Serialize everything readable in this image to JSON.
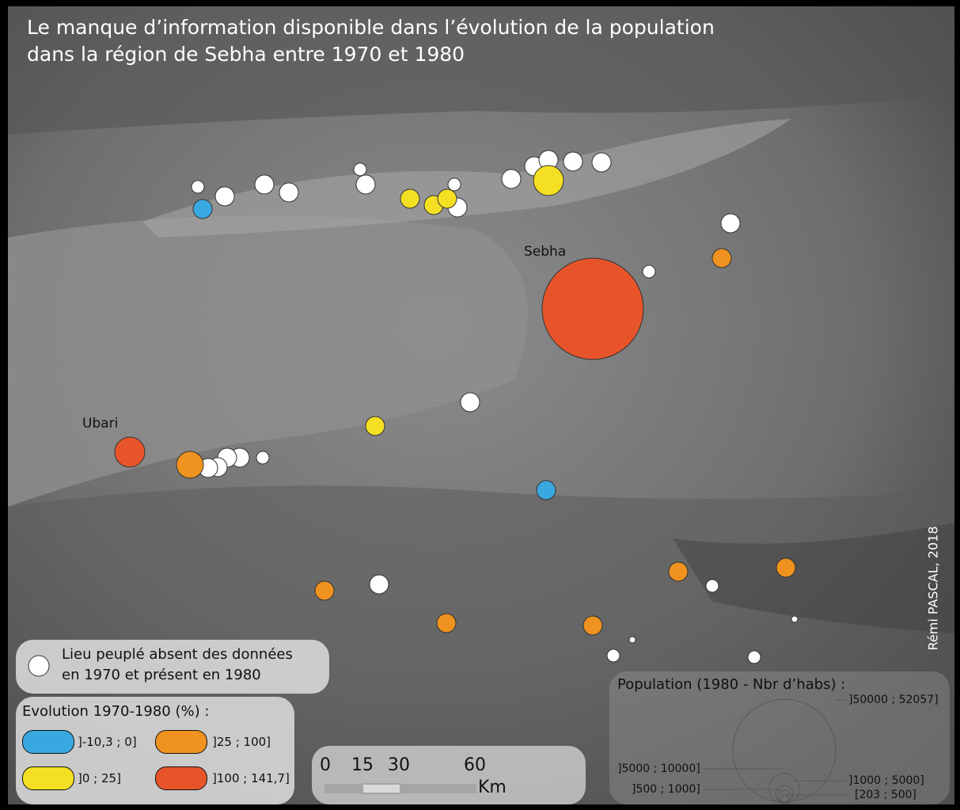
{
  "map": {
    "title_line1": "Le manque d’information disponible dans l’évolution de la population",
    "title_line2": "dans la région de Sebha entre 1970 et 1980",
    "credit": "Rémi PASCAL, 2018",
    "towns": [
      {
        "name": "Sebha"
      },
      {
        "name": "Ubari"
      }
    ],
    "colors": {
      "absent": "#ffffff",
      "class_neg": "#3aa8e0",
      "class_0_25": "#f5df22",
      "class_25_100": "#ef921f",
      "class_100_141": "#e8542a",
      "background": "#7a7a7a"
    }
  },
  "legend": {
    "absent_line1": "Lieu peuplé absent des données",
    "absent_line2": "en 1970 et présent en 1980",
    "evolution_title": "Evolution 1970-1980 (%) :",
    "classes": [
      {
        "label": "]-10,3 ; 0]",
        "color": "#3aa8e0"
      },
      {
        "label": "]25 ; 100]",
        "color": "#ef921f"
      },
      {
        "label": "]0 ; 25]",
        "color": "#f5df22"
      },
      {
        "label": "]100 ; 141,7]",
        "color": "#e8542a"
      }
    ],
    "population_title": "Population (1980 - Nbr d’habs) :",
    "population_classes": [
      "]50000 ; 52057]",
      "]5000 ; 10000]",
      "]1000 ; 5000]",
      "]500 ; 1000]",
      "[203 ; 500]"
    ]
  },
  "scale": {
    "ticks": [
      "0",
      "15",
      "30",
      "60"
    ],
    "unit": "Km"
  }
}
